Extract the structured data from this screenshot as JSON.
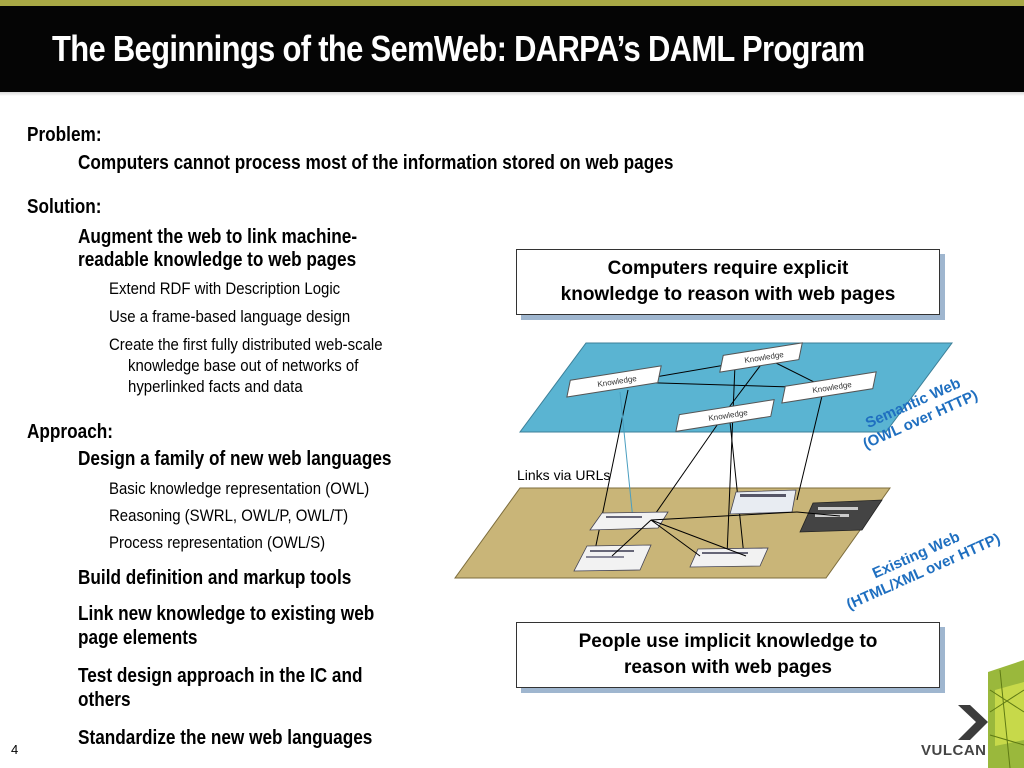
{
  "slide": {
    "title": "The Beginnings of the SemWeb:  DARPA’s DAML Program",
    "page_number": "4"
  },
  "problem": {
    "heading": "Problem:",
    "text": "Computers cannot process most of the information stored on web pages"
  },
  "solution": {
    "heading": "Solution:",
    "main_line1": "Augment the web to link machine-",
    "main_line2": "readable knowledge to web pages",
    "sub1": "Extend RDF with Description Logic",
    "sub2": "Use a frame-based language design",
    "sub3_line1": "Create the first fully distributed web-scale",
    "sub3_line2": "knowledge base out of networks of",
    "sub3_line3": "hyperlinked facts and data"
  },
  "approach": {
    "heading": "Approach:",
    "design": "Design a family of new web languages",
    "sub1": "Basic knowledge representation (OWL)",
    "sub2": "Reasoning (SWRL, OWL/P, OWL/T)",
    "sub3": "Process representation (OWL/S)",
    "build": "Build definition and markup tools",
    "link_line1": "Link new knowledge to existing web",
    "link_line2": "page elements",
    "test_line1": "Test design approach in the IC and",
    "test_line2": "others",
    "standardize": "Standardize the new web languages"
  },
  "diagram": {
    "top_box_line1": "Computers require explicit",
    "top_box_line2": "knowledge to reason with web pages",
    "bottom_box_line1": "People use implicit knowledge to",
    "bottom_box_line2": "reason with web pages",
    "semantic_web_line1": "Semantic Web",
    "semantic_web_line2": "(OWL over HTTP)",
    "existing_web_line1": "Existing Web",
    "existing_web_line2": "(HTML/XML over HTTP)",
    "links_label": "Links via URLs",
    "knowledge_label": "Knowledge",
    "colors": {
      "semantic_plane": "#5ab4d2",
      "existing_plane": "#c9b578",
      "label_blue": "#1f6fc0"
    }
  },
  "logo": {
    "text": "VULCAN"
  }
}
